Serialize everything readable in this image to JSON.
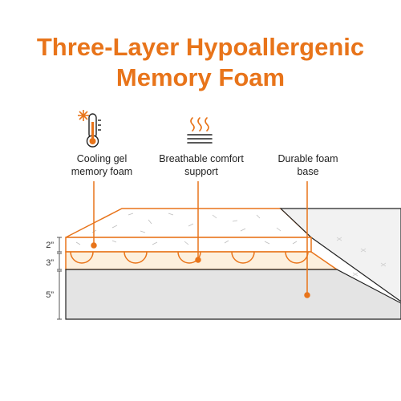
{
  "title": {
    "line1": "Three-Layer Hypoallergenic",
    "line2": "Memory Foam"
  },
  "layers": [
    {
      "caption_line1": "Cooling gel",
      "caption_line2": "memory foam",
      "icon": "thermometer-snowflake-icon",
      "thickness": "2”"
    },
    {
      "caption_line1": "Breathable comfort",
      "caption_line2": "support",
      "icon": "heat-waves-icon",
      "thickness": "3”"
    },
    {
      "caption_line1": "Durable foam",
      "caption_line2": "base",
      "icon": "none",
      "thickness": "5”"
    }
  ],
  "colors": {
    "accent": "#E8741A",
    "comfort_layer": "#FDF0DD",
    "base_layer": "#E4E4E4",
    "cover": "#F2F2F2"
  }
}
